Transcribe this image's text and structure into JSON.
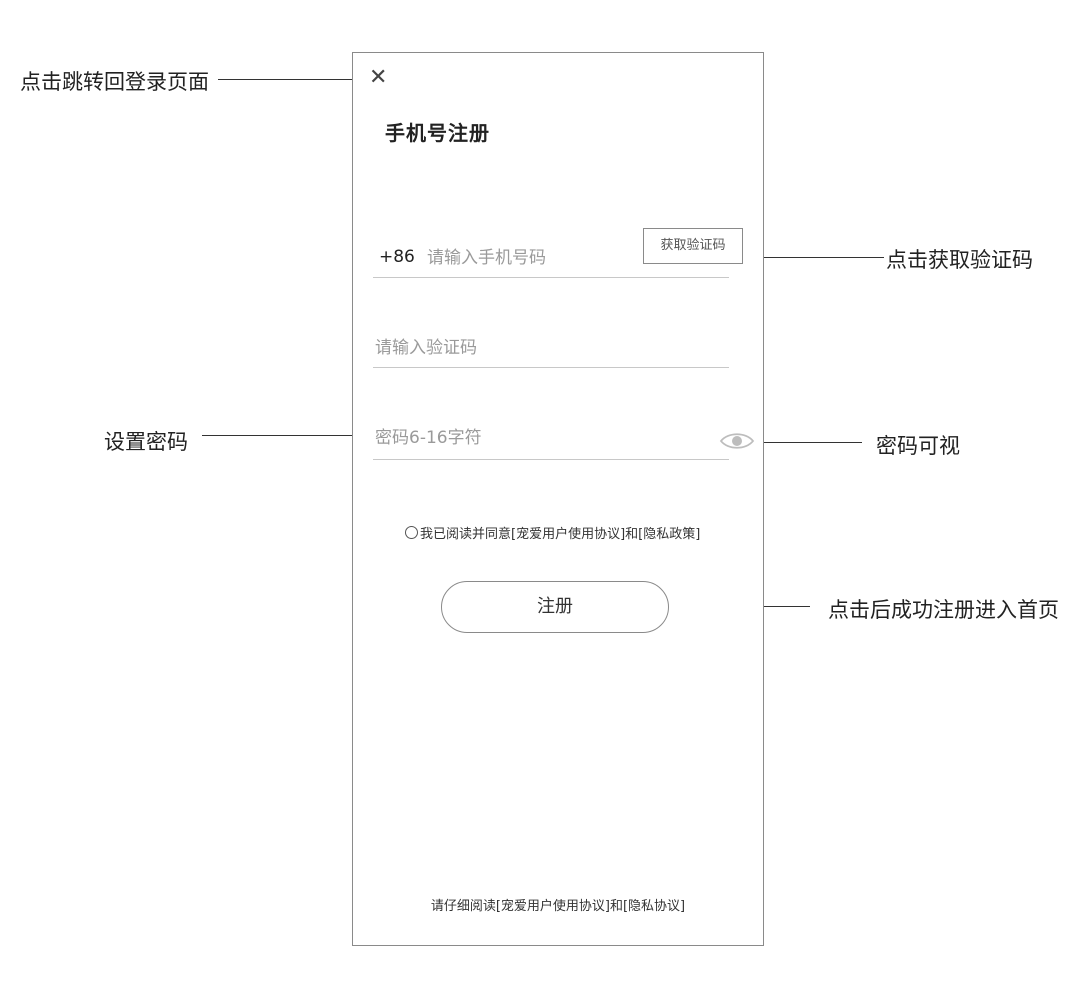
{
  "annotations": {
    "close": "点击跳转回登录页面",
    "get_code": "点击获取验证码",
    "set_password": "设置密码",
    "password_visible": "密码可视",
    "register": "点击后成功注册进入首页"
  },
  "screen": {
    "close_icon": "close-icon",
    "title": "手机号注册",
    "phone": {
      "country_code": "+86",
      "placeholder": "请输入手机号码",
      "get_code_label": "获取验证码"
    },
    "code_field": {
      "placeholder": "请输入验证码"
    },
    "password_field": {
      "placeholder": "密码6-16字符",
      "visibility_icon": "eye-icon"
    },
    "agreement": {
      "text": "我已阅读并同意[宠爱用户使用协议]和[隐私政策]"
    },
    "register_label": "注册",
    "footer_text": "请仔细阅读[宠爱用户使用协议]和[隐私协议]"
  }
}
